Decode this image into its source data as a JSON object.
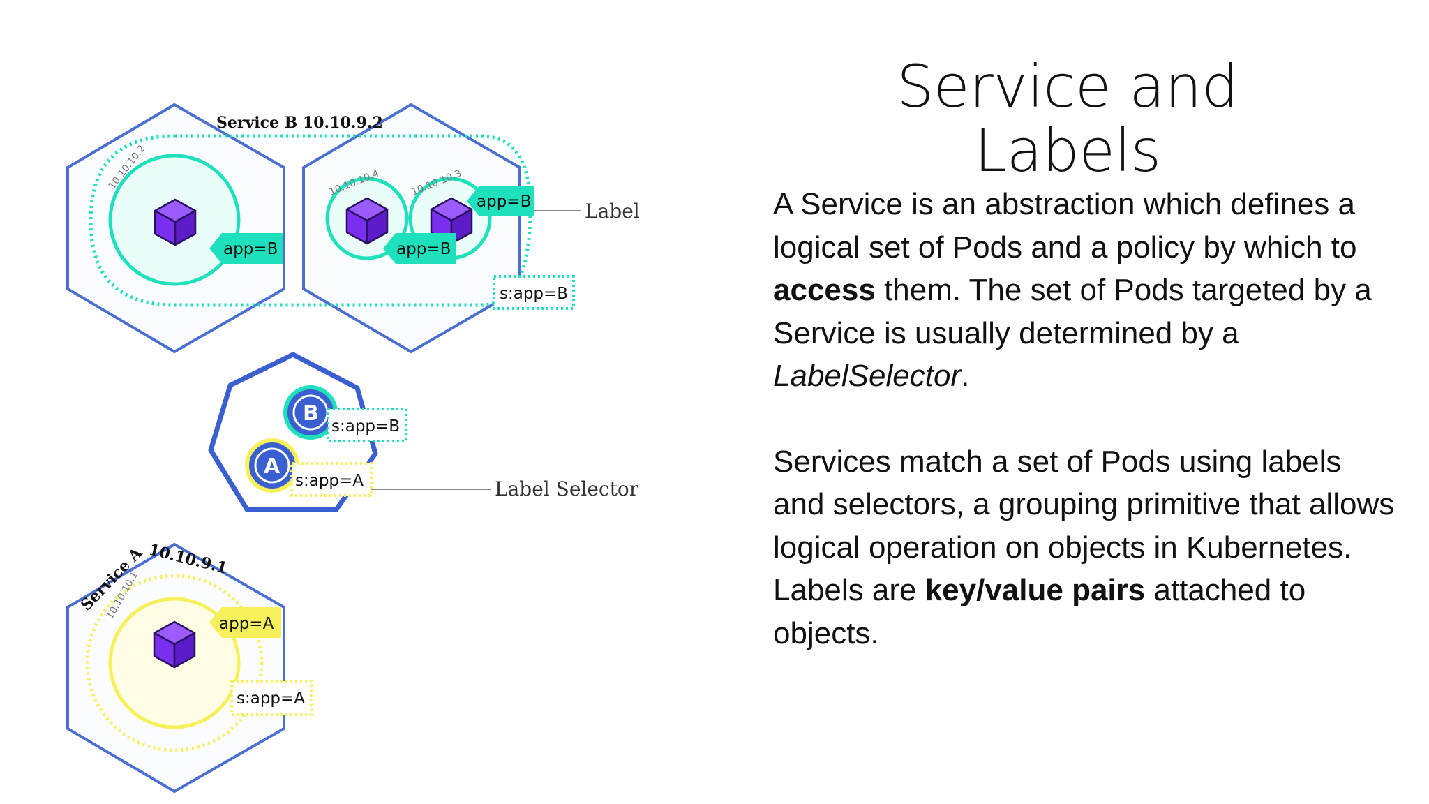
{
  "title": "Service and Labels",
  "paragraph1": {
    "part1": "A Service is an abstraction which defines a logical set of Pods and a policy by which to ",
    "bold": "access",
    "part2": " them. The set of Pods targeted by a Service is usually determined by a ",
    "italic": "LabelSelector",
    "part3": "."
  },
  "paragraph2": {
    "part1": "Services match a set of Pods using labels and selectors, a grouping primitive that allows logical operation on objects in Kubernetes. Labels are ",
    "bold": "key/value pairs",
    "part2": " attached to objects."
  },
  "diagram": {
    "service_b_label": "Service B 10.10.9.2",
    "service_a_label": "Service A",
    "service_a_ip": "10.10.9.1",
    "pod_ips": {
      "pod_b1": "10.10.10.2",
      "pod_b2": "10.10.10.4",
      "pod_b3": "10.10.10.3",
      "pod_a1": "10.10.10.1"
    },
    "label_app_b": "app=B",
    "label_app_a": "app=A",
    "selector_b": "s:app=B",
    "selector_a": "s:app=A",
    "callout_label": "Label",
    "callout_selector": "Label Selector",
    "badge_b": "B",
    "badge_a": "A"
  },
  "colors": {
    "hex_border": "#4a6fd0",
    "teal": "#1fe0bc",
    "teal_dark": "#10c9a4",
    "yellow": "#f6f05a",
    "purple": "#7b2ff7",
    "text": "#111111"
  }
}
